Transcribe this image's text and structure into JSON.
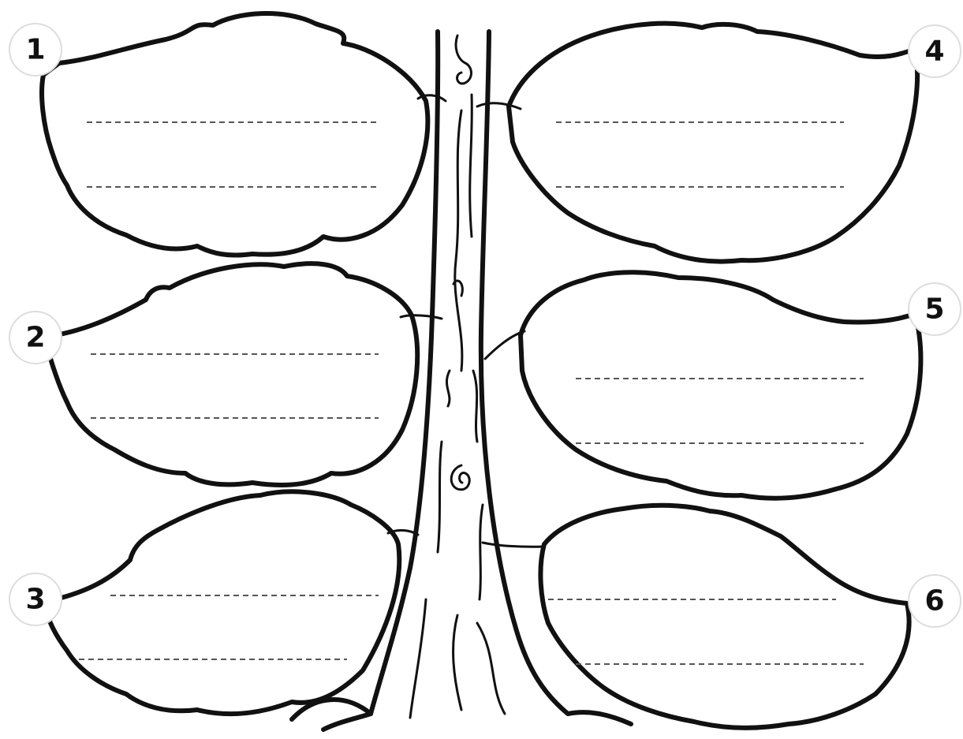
{
  "leaves": [
    {
      "id": "1",
      "label": "1"
    },
    {
      "id": "2",
      "label": "2"
    },
    {
      "id": "3",
      "label": "3"
    },
    {
      "id": "4",
      "label": "4"
    },
    {
      "id": "5",
      "label": "5"
    },
    {
      "id": "6",
      "label": "6"
    }
  ],
  "colors": {
    "ink": "#111111",
    "paper": "#ffffff",
    "dashes": "#555555"
  }
}
